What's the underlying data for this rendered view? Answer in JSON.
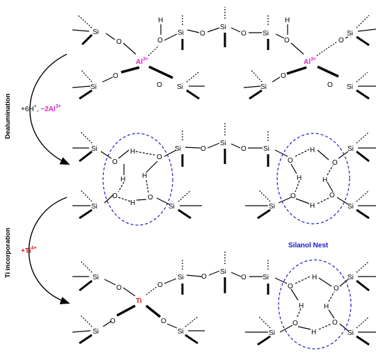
{
  "labels": {
    "si": "Si",
    "o": "O",
    "h": "H",
    "al": "Al",
    "al_charge": "3+",
    "ti": "Ti",
    "dealumination": "Dealumination",
    "ti_incorporation": "Ti incorporation",
    "step1_prefix": "+6H",
    "step1_plus": "+",
    "step1_sep": ", ",
    "step1_minus": "−2Al",
    "step1_charge": "3+",
    "step2_label": "+Ti",
    "step2_charge": "4+",
    "silanol_nest": "Silanol Nest"
  },
  "colors": {
    "aluminium": "#e020c8",
    "titanium": "#e01818",
    "nest_outline": "#1a1acc",
    "bonds": "#000000"
  }
}
